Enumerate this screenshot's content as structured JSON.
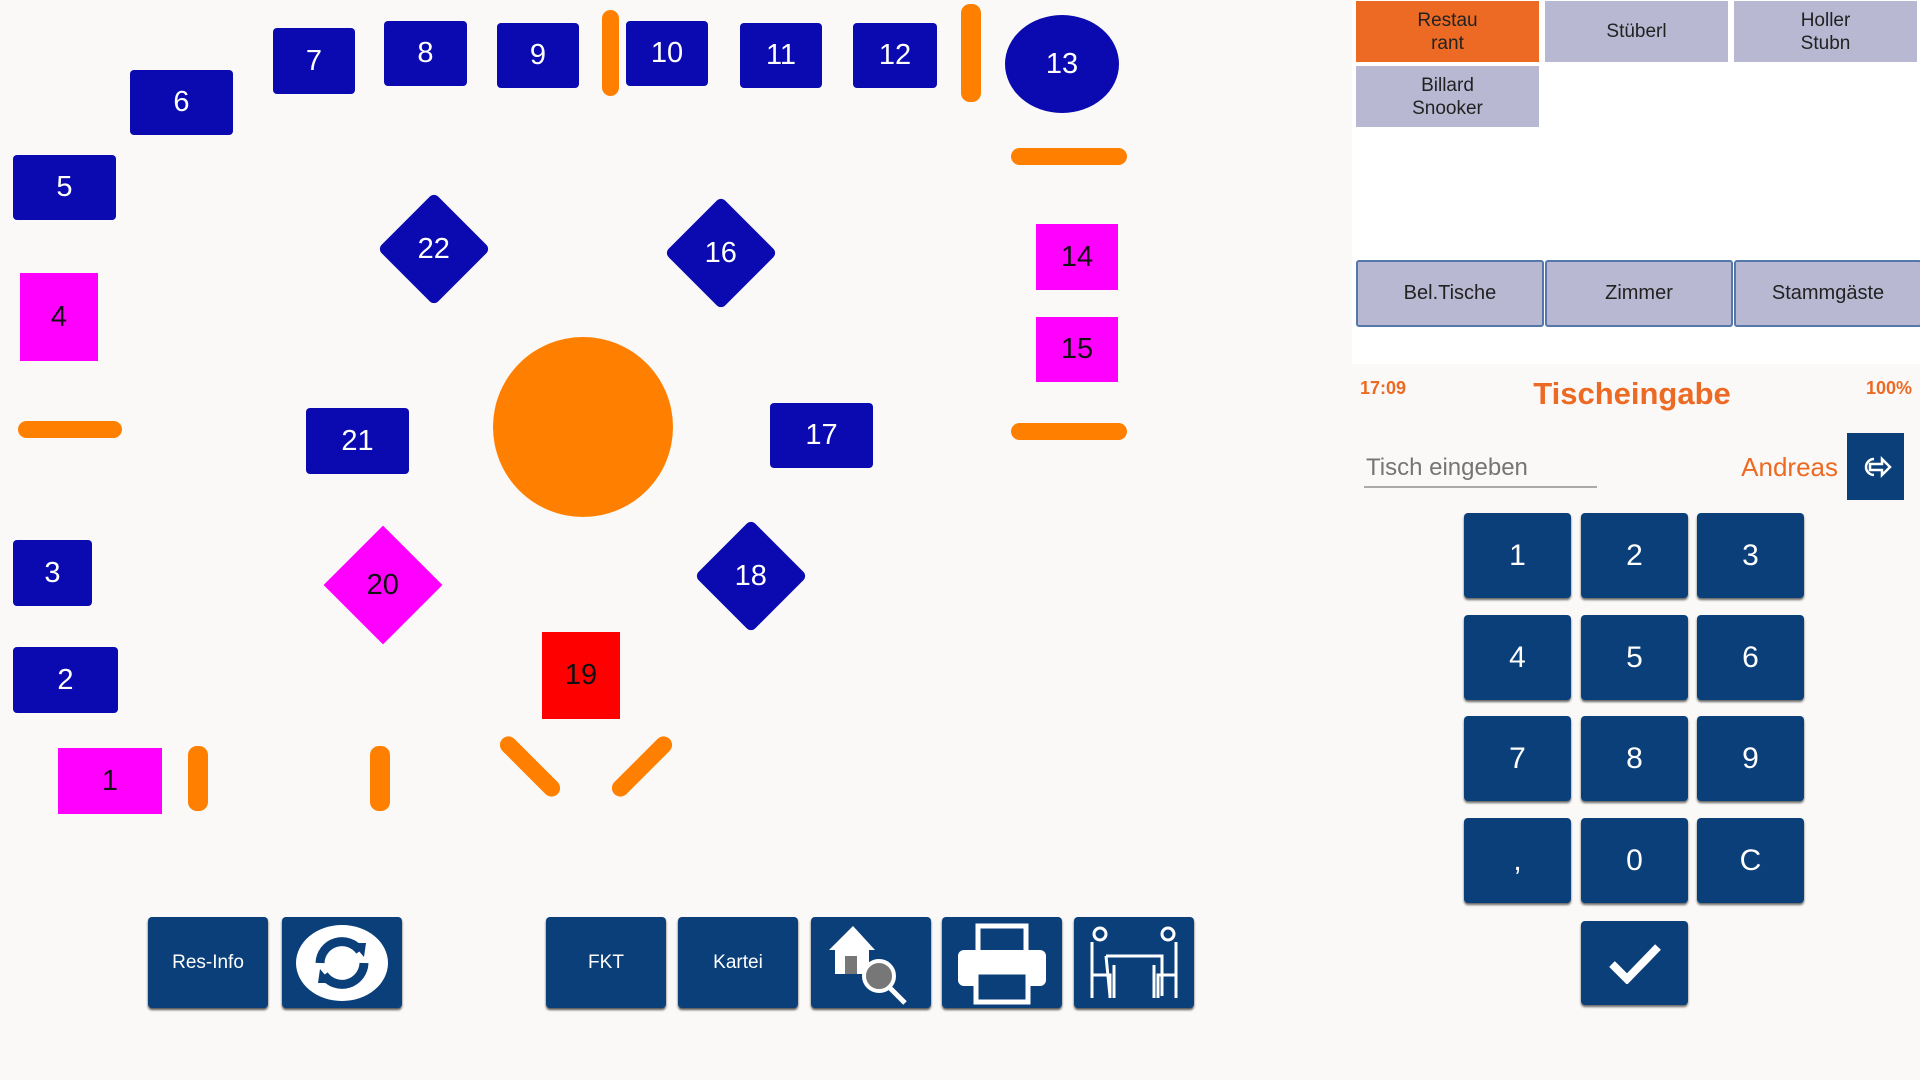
{
  "tables": [
    {
      "id": "7",
      "color": "blue"
    },
    {
      "id": "8",
      "color": "blue"
    },
    {
      "id": "9",
      "color": "blue"
    },
    {
      "id": "10",
      "color": "blue"
    },
    {
      "id": "11",
      "color": "blue"
    },
    {
      "id": "12",
      "color": "blue"
    },
    {
      "id": "13",
      "color": "blue"
    },
    {
      "id": "6",
      "color": "blue"
    },
    {
      "id": "5",
      "color": "blue"
    },
    {
      "id": "4",
      "color": "magenta"
    },
    {
      "id": "3",
      "color": "blue"
    },
    {
      "id": "2",
      "color": "blue"
    },
    {
      "id": "1",
      "color": "magenta"
    },
    {
      "id": "14",
      "color": "magenta"
    },
    {
      "id": "15",
      "color": "magenta"
    },
    {
      "id": "17",
      "color": "blue"
    },
    {
      "id": "21",
      "color": "blue"
    },
    {
      "id": "19",
      "color": "red"
    },
    {
      "id": "22",
      "color": "blue"
    },
    {
      "id": "16",
      "color": "blue"
    },
    {
      "id": "18",
      "color": "blue"
    },
    {
      "id": "20",
      "color": "magenta"
    }
  ],
  "toolbar": {
    "res_info": "Res-Info",
    "fkt": "FKT",
    "kartei": "Kartei",
    "icons": [
      "refresh-icon",
      "house-search-icon",
      "printer-icon",
      "table-guests-icon"
    ]
  },
  "areas": [
    "Restau\nrant",
    "Stüberl",
    "Holler\nStubn",
    "Billard\nSnooker"
  ],
  "filters": [
    "Bel.Tische",
    "Zimmer",
    "Stammgäste"
  ],
  "status": {
    "time": "17:09",
    "title": "Tischeingabe",
    "battery": "100%"
  },
  "input": {
    "placeholder": "Tisch eingeben",
    "user": "Andreas"
  },
  "keypad": [
    "1",
    "2",
    "3",
    "4",
    "5",
    "6",
    "7",
    "8",
    "9",
    ",",
    "0",
    "C"
  ],
  "colors": {
    "table_blue": "#0a0ab0",
    "magenta": "#ff00ff",
    "red": "#ff0000",
    "orange": "#ff8000",
    "button": "#0b3f7a",
    "accent": "#ec6a23"
  }
}
